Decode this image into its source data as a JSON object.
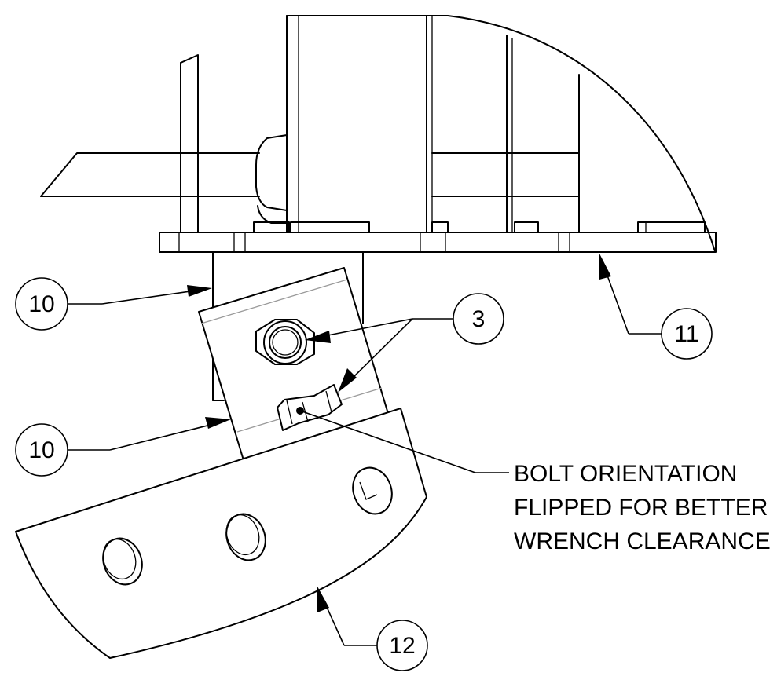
{
  "callouts": {
    "balloon_10_upper": "10",
    "balloon_10_lower": "10",
    "balloon_3": "3",
    "balloon_11": "11",
    "balloon_12": "12"
  },
  "note": {
    "line1": "BOLT ORIENTATION",
    "line2": "FLIPPED FOR BETTER",
    "line3": "WRENCH CLEARANCE"
  }
}
